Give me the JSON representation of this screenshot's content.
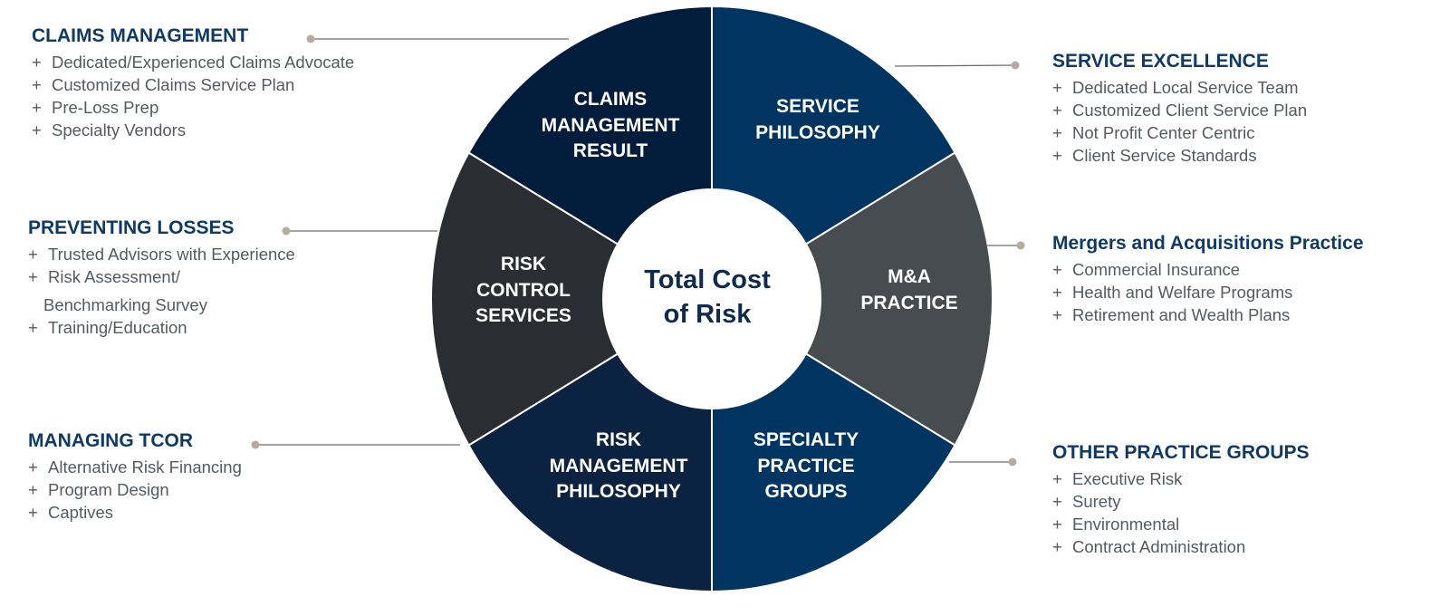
{
  "center": {
    "line1": "Total Cost",
    "line2": "of Risk"
  },
  "segments": [
    {
      "lines": [
        "SERVICE",
        "PHILOSOPHY"
      ],
      "color": "#003562"
    },
    {
      "lines": [
        "M&A",
        "PRACTICE"
      ],
      "color": "#474c51"
    },
    {
      "lines": [
        "SPECIALTY",
        "PRACTICE",
        "GROUPS"
      ],
      "color": "#003562"
    },
    {
      "lines": [
        "RISK",
        "MANAGEMENT",
        "PHILOSOPHY"
      ],
      "color": "#0b2341"
    },
    {
      "lines": [
        "RISK",
        "CONTROL",
        "SERVICES"
      ],
      "color": "#2a2d31"
    },
    {
      "lines": [
        "CLAIMS",
        "MANAGEMENT",
        "RESULT"
      ],
      "color": "#021d3b"
    }
  ],
  "blocks": {
    "claims": {
      "title": "CLAIMS MANAGEMENT",
      "items": [
        "Dedicated/Experienced Claims Advocate",
        "Customized Claims Service Plan",
        "Pre-Loss Prep",
        "Specialty Vendors"
      ]
    },
    "preventing": {
      "title": "PREVENTING LOSSES",
      "items": [
        "Trusted Advisors with Experience",
        "Risk Assessment/",
        "Benchmarking Survey",
        "Training/Education"
      ]
    },
    "managing": {
      "title": "MANAGING TCOR",
      "items": [
        "Alternative Risk Financing",
        "Program Design",
        "Captives"
      ]
    },
    "service": {
      "title": "SERVICE EXCELLENCE",
      "items": [
        "Dedicated Local Service Team",
        "Customized Client Service Plan",
        "Not Profit Center Centric",
        "Client Service Standards"
      ]
    },
    "ma": {
      "title": "Mergers and Acquisitions Practice",
      "items": [
        "Commercial Insurance",
        "Health and Welfare Programs",
        "Retirement and Wealth Plans"
      ]
    },
    "other": {
      "title": "OTHER PRACTICE GROUPS",
      "items": [
        "Executive Risk",
        "Surety",
        "Environmental",
        "Contract Administration"
      ]
    }
  },
  "bullet": "+"
}
